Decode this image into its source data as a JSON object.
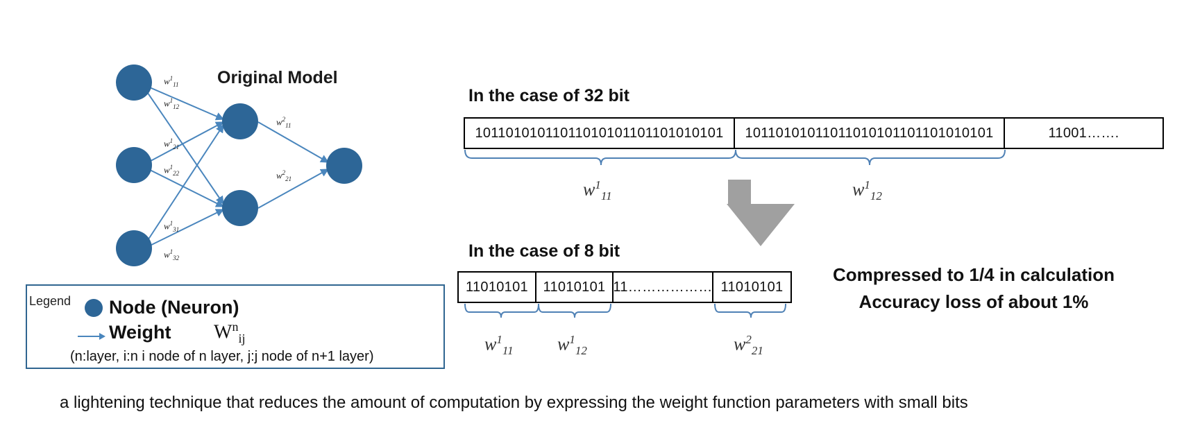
{
  "colors": {
    "node": "#2d6697",
    "edge": "#4a86bd",
    "arrow": "#9e9e9e",
    "legend_border": "#2f6590"
  },
  "network": {
    "title": "Original Model",
    "edge_labels": [
      {
        "w": "w",
        "sup": "1",
        "sub": "11"
      },
      {
        "w": "w",
        "sup": "1",
        "sub": "12"
      },
      {
        "w": "w",
        "sup": "1",
        "sub": "21"
      },
      {
        "w": "w",
        "sup": "1",
        "sub": "22"
      },
      {
        "w": "w",
        "sup": "1",
        "sub": "31"
      },
      {
        "w": "w",
        "sup": "1",
        "sub": "32"
      },
      {
        "w": "w",
        "sup": "2",
        "sub": "11"
      },
      {
        "w": "w",
        "sup": "2",
        "sub": "21"
      }
    ]
  },
  "legend": {
    "title": "Legend",
    "node_label": "Node (Neuron)",
    "weight_label": "Weight",
    "symbol": {
      "base": "W",
      "sup": "n",
      "sub": "ij"
    },
    "note": "(n:layer, i:n i node of n layer,  j:j node of n+1 layer)"
  },
  "case32": {
    "label": "In the case of 32 bit",
    "cells": [
      "10110101011011010101101101010101",
      "10110101011011010101101101010101",
      "11001……."
    ],
    "brace_labels": [
      {
        "w": "w",
        "sup": "1",
        "sub": "11"
      },
      {
        "w": "w",
        "sup": "1",
        "sub": "12"
      }
    ]
  },
  "case8": {
    "label": "In the case of 8 bit",
    "cells": [
      "11010101",
      "11010101",
      "11………………",
      "11010101"
    ],
    "brace_labels": [
      {
        "w": "w",
        "sup": "1",
        "sub": "11"
      },
      {
        "w": "w",
        "sup": "1",
        "sub": "12"
      },
      {
        "w": "w",
        "sup": "2",
        "sub": "21"
      }
    ]
  },
  "result": {
    "line1": "Compressed to 1/4 in calculation",
    "line2": "Accuracy loss of about 1%"
  },
  "caption": "a lightening technique that reduces the amount of computation by expressing the weight function parameters with small bits",
  "icons": [
    "node-circle-icon",
    "weight-arrow-icon",
    "down-arrow-icon",
    "brace-icon"
  ]
}
